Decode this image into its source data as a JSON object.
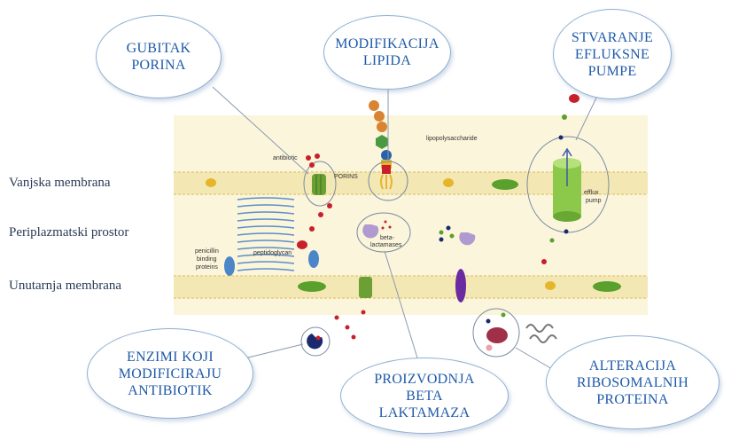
{
  "side_labels": {
    "outer": "Vanjska membrana",
    "periplasm": "Periplazmatski prostor",
    "inner": "Unutarnja membrana"
  },
  "bubbles": {
    "porin": "GUBITAK\nPORINA",
    "lipid": "MODIFIKACIJA\nLIPIDA",
    "efflux": "STVARANJE\nEFLUKSNE\nPUMPE",
    "enzymes": "ENZIMI KOJI\nMODIFICIRAJU\nANTIBIOTIK",
    "beta": "PROIZVODNJA\nBETA\nLAKTAMAZA",
    "ribosome": "ALTERACIJA\nRIBOSOMALNIH\nPROTEINA"
  },
  "diagram_text": {
    "antibiotic": "antibiotic",
    "porins": "PORINS",
    "lipopolysaccharide": "lipopolysaccharide",
    "peptidoglycan": "peptidoglycan",
    "pbp_line1": "penicillin",
    "pbp_line2": "binding",
    "pbp_line3": "proteins",
    "beta_line1": "beta-",
    "beta_line2": "lactamases",
    "efflux_line1": "efflux",
    "efflux_line2": "pump"
  },
  "colors": {
    "membrane": "#f3e7b4",
    "periplasm": "#fbf5dc",
    "antibiotic_dot": "#c8202a",
    "green_protein": "#5aa02c",
    "bubble_text": "#1e5aa8"
  }
}
